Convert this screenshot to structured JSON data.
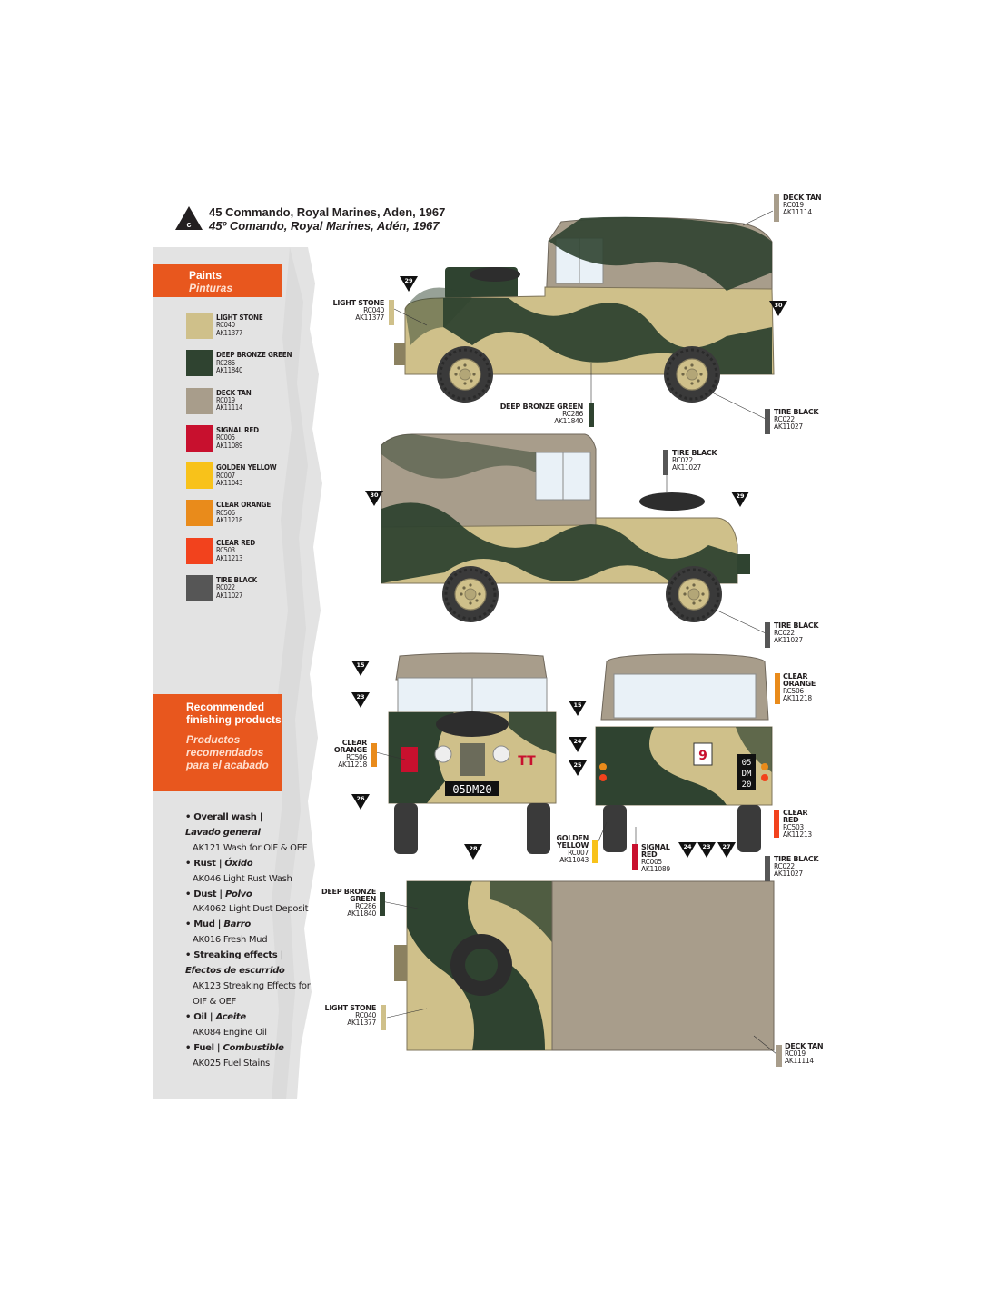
{
  "title": {
    "letter": "c",
    "en": "45 Commando, Royal Marines, Aden, 1967",
    "es": "45º Comando, Royal Marines, Adén, 1967"
  },
  "paints_header": {
    "en": "Paints",
    "es": "Pinturas"
  },
  "paints": [
    {
      "name": "LIGHT STONE",
      "rc": "RC040",
      "ak": "AK11377",
      "color": "#cfc08a"
    },
    {
      "name": "DEEP BRONZE GREEN",
      "rc": "RC286",
      "ak": "AK11840",
      "color": "#2f4330"
    },
    {
      "name": "DECK TAN",
      "rc": "RC019",
      "ak": "AK11114",
      "color": "#a89d8b"
    },
    {
      "name": "SIGNAL RED",
      "rc": "RC005",
      "ak": "AK11089",
      "color": "#c8102e"
    },
    {
      "name": "GOLDEN YELLOW",
      "rc": "RC007",
      "ak": "AK11043",
      "color": "#f8c21a"
    },
    {
      "name": "CLEAR ORANGE",
      "rc": "RC506",
      "ak": "AK11218",
      "color": "#e98b1b"
    },
    {
      "name": "CLEAR RED",
      "rc": "RC503",
      "ak": "AK11213",
      "color": "#f2421d"
    },
    {
      "name": "TIRE BLACK",
      "rc": "RC022",
      "ak": "AK11027",
      "color": "#565656"
    }
  ],
  "finishing_header": {
    "en": "Recommended finishing products",
    "es": "Productos recomendados para el acabado"
  },
  "finishing": [
    {
      "en": "Overall wash",
      "es": "Lavado general",
      "products": [
        "AK121 Wash for OIF & OEF"
      ]
    },
    {
      "en": "Rust",
      "es": "Óxido",
      "products": [
        "AK046 Light Rust Wash"
      ]
    },
    {
      "en": "Dust",
      "es": "Polvo",
      "products": [
        "AK4062 Light Dust Deposit"
      ]
    },
    {
      "en": "Mud",
      "es": "Barro",
      "products": [
        "AK016 Fresh Mud"
      ]
    },
    {
      "en": "Streaking effects",
      "es": "Efectos de escurrido",
      "products": [
        "AK123 Streaking Effects for OIF & OEF"
      ]
    },
    {
      "en": "Oil",
      "es": "Aceite",
      "products": [
        "AK084 Engine Oil"
      ]
    },
    {
      "en": "Fuel",
      "es": "Combustible",
      "products": [
        "AK025 Fuel Stains"
      ]
    }
  ],
  "callouts": {
    "deck_tan": {
      "name": "DECK TAN",
      "rc": "RC019",
      "ak": "AK11114"
    },
    "light_stone": {
      "name": "LIGHT STONE",
      "rc": "RC040",
      "ak": "AK11377"
    },
    "deep_bronze_green": {
      "name": "DEEP BRONZE GREEN",
      "rc": "RC286",
      "ak": "AK11840"
    },
    "tire_black": {
      "name": "TIRE BLACK",
      "rc": "RC022",
      "ak": "AK11027"
    },
    "clear_orange_l1": "CLEAR",
    "clear_orange_l2": "ORANGE",
    "clear_orange_rc": "RC506",
    "clear_orange_ak": "AK11218",
    "clear_red_l1": "CLEAR",
    "clear_red_l2": "RED",
    "clear_red_rc": "RC503",
    "clear_red_ak": "AK11213",
    "golden_yellow_l1": "GOLDEN",
    "golden_yellow_l2": "YELLOW",
    "golden_yellow_rc": "RC007",
    "golden_yellow_ak": "AK11043",
    "signal_red_l1": "SIGNAL",
    "signal_red_l2": "RED",
    "signal_red_rc": "RC005",
    "signal_red_ak": "AK11089",
    "deep_bronze_l1": "DEEP BRONZE",
    "deep_bronze_l2": "GREEN"
  },
  "markers": [
    "29",
    "30",
    "30",
    "29",
    "15",
    "23",
    "26",
    "28",
    "15",
    "24",
    "25",
    "24",
    "23",
    "27"
  ],
  "plate_front": "05DM20",
  "plate_rear": [
    "05",
    "DM",
    "20"
  ],
  "unit_number": "9",
  "tt_marking": "TT"
}
